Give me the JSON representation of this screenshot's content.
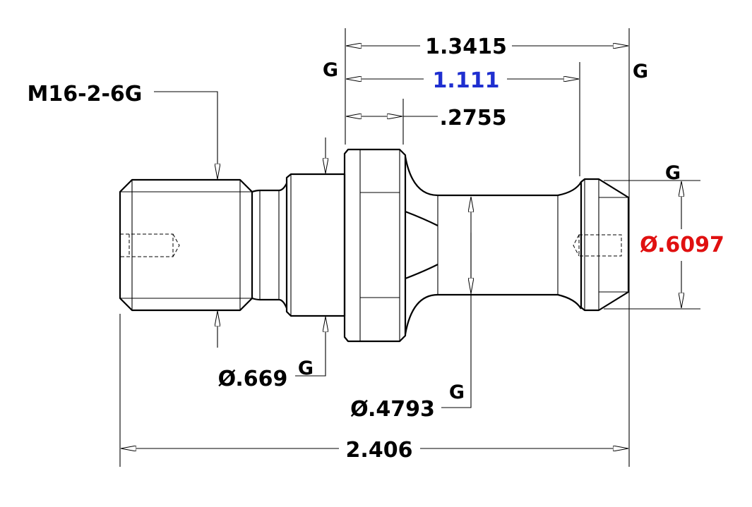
{
  "colors": {
    "background": "#ffffff",
    "line": "#000000",
    "highlight_blue": "#1f2fd0",
    "highlight_red": "#e01010"
  },
  "dimensions": {
    "overall_length": "2.406",
    "head_to_end": "1.3415",
    "head_to_neck": "1.111",
    "flange_width": ".2755",
    "thread_spec": "M16-2-6G",
    "dia_collar": "Ø.669",
    "dia_neck": "Ø.4793",
    "dia_head": "Ø.6097"
  },
  "gdt_markers": {
    "g_flange_top": "G",
    "g_end_top": "G",
    "g_head": "G",
    "g_collar": "G",
    "g_neck": "G"
  }
}
